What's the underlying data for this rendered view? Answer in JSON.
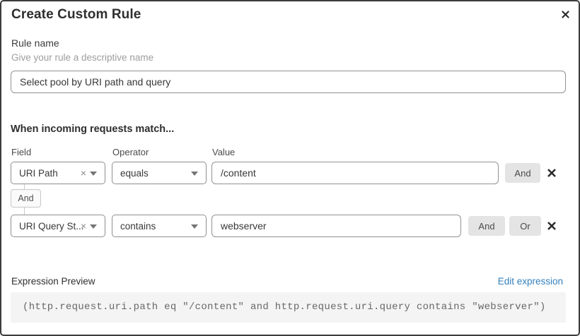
{
  "dialog": {
    "title": "Create Custom Rule"
  },
  "rule_name": {
    "label": "Rule name",
    "hint": "Give your rule a descriptive name",
    "value": "Select pool by URI path and query"
  },
  "match_section": {
    "heading": "When incoming requests match...",
    "columns": {
      "field": "Field",
      "operator": "Operator",
      "value": "Value"
    },
    "connector_label": "And",
    "rows": [
      {
        "field": "URI Path",
        "operator": "equals",
        "value": "/content",
        "and_label": "And"
      },
      {
        "field": "URI Query St...",
        "operator": "contains",
        "value": "webserver",
        "and_label": "And",
        "or_label": "Or"
      }
    ]
  },
  "expression": {
    "label": "Expression Preview",
    "edit_link": "Edit expression",
    "code": "(http.request.uri.path eq \"/content\" and http.request.uri.query contains \"webserver\")"
  },
  "colors": {
    "border_dark": "#3c3c3c",
    "link_blue": "#3380bd",
    "button_gray": "#e4e4e4",
    "code_background": "#f4f4f4",
    "hint_gray": "#9d9d9d"
  }
}
